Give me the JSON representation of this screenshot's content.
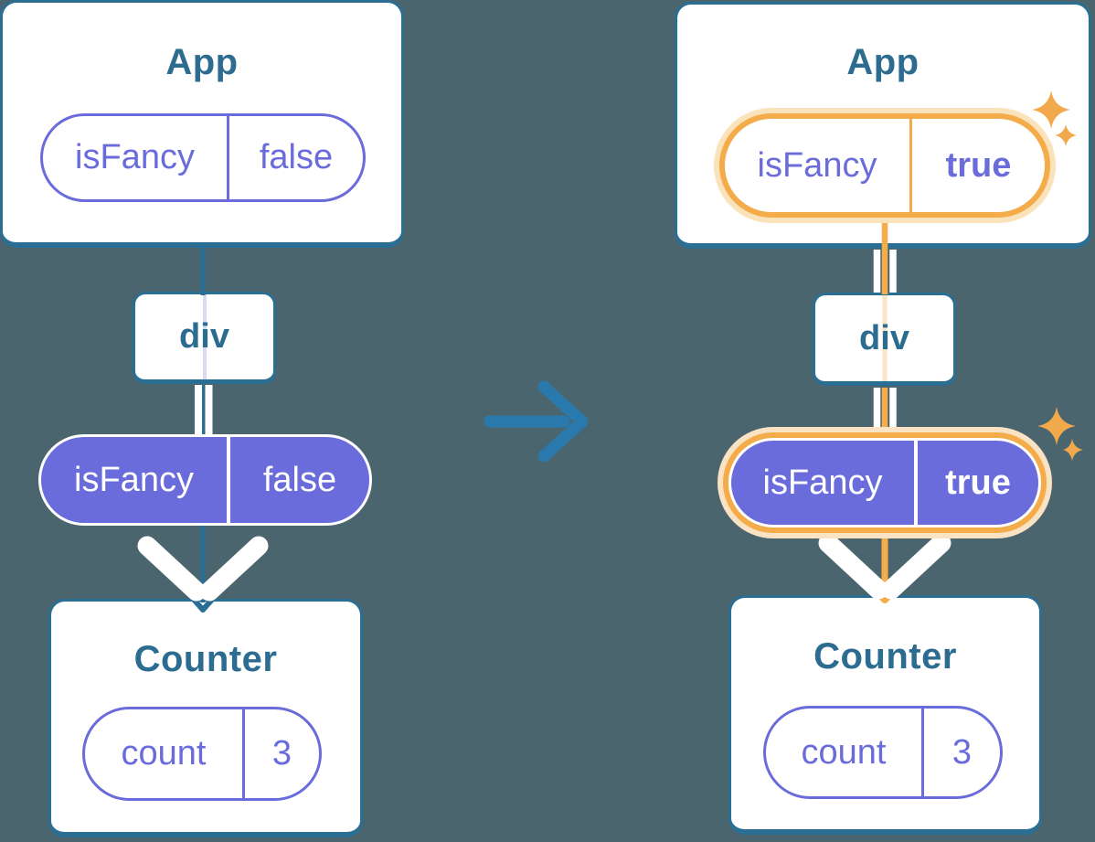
{
  "colors": {
    "background": "#4B656F",
    "card_fill": "#FFFFFF",
    "card_border": "#2B6E93",
    "heading_text": "#2B6C90",
    "purple": "#6A6CDB",
    "highlight_orange": "#F4AC4A",
    "highlight_halo": "#FAE2C0",
    "sparkle": "#F2A94C",
    "transition_arrow_blue": "#2A79AC",
    "props_flow_white": "#FFFFFF",
    "ghost_line_before": "#D6DBF2",
    "ghost_line_after": "#FBE5C6"
  },
  "icons": {
    "transition_arrow": "arrow-right-icon",
    "sparkles": "sparkles-icon",
    "props_chevron": "chevron-down-icon"
  },
  "before_tree": {
    "app_card": {
      "title": "App"
    },
    "app_prop_pill": {
      "label": "isFancy",
      "value": "false"
    },
    "div_card": {
      "label": "div"
    },
    "state_pill": {
      "label": "isFancy",
      "value": "false"
    },
    "counter_card": {
      "title": "Counter"
    },
    "count_pill": {
      "label": "count",
      "value": "3"
    }
  },
  "after_tree": {
    "app_card": {
      "title": "App"
    },
    "app_prop_pill": {
      "label": "isFancy",
      "value": "true"
    },
    "div_card": {
      "label": "div"
    },
    "state_pill": {
      "label": "isFancy",
      "value": "true"
    },
    "counter_card": {
      "title": "Counter"
    },
    "count_pill": {
      "label": "count",
      "value": "3"
    }
  }
}
